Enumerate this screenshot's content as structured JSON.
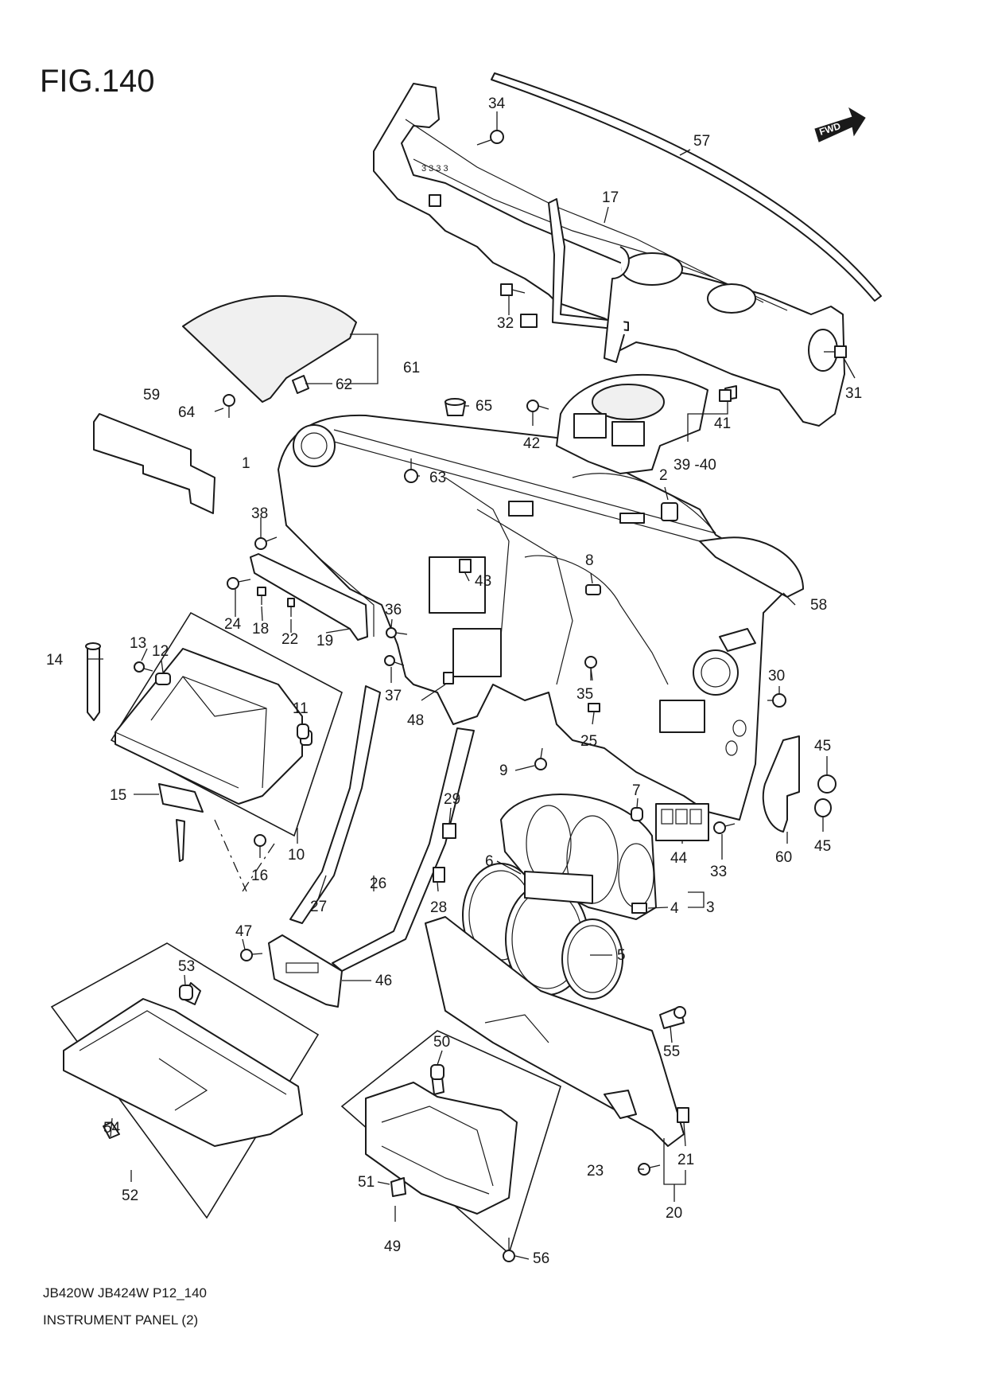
{
  "figure": {
    "title": "FIG.140",
    "fwd_badge": "FWD",
    "model_code": "JB420W JB424W P12_140",
    "section_name": "INSTRUMENT PANEL (2)"
  },
  "callout_labels": {
    "n1": "1",
    "n2": "2",
    "n3": "3",
    "n4": "4",
    "n5": "5",
    "n6": "6",
    "n7": "7",
    "n8": "8",
    "n9": "9",
    "n10": "10",
    "n11": "11",
    "n12": "12",
    "n13": "13",
    "n14": "14",
    "n15": "15",
    "n16": "16",
    "n17": "17",
    "n18": "18",
    "n19": "19",
    "n20": "20",
    "n21": "21",
    "n22": "22",
    "n23": "23",
    "n24": "24",
    "n25": "25",
    "n26": "26",
    "n27": "27",
    "n28": "28",
    "n29": "29",
    "n30": "30",
    "n31": "31",
    "n32": "32",
    "n33": "33",
    "n34": "34",
    "n35": "35",
    "n36": "36",
    "n37": "37",
    "n38": "38",
    "n39_40": "39 -40",
    "n41": "41",
    "n42": "42",
    "n43": "43",
    "n44": "44",
    "n45a": "45",
    "n45b": "45",
    "n46": "46",
    "n47": "47",
    "n48": "48",
    "n49": "49",
    "n50": "50",
    "n51": "51",
    "n52": "52",
    "n53": "53",
    "n54": "54",
    "n55": "55",
    "n56": "56",
    "n57": "57",
    "n58": "58",
    "n59": "59",
    "n60": "60",
    "n61": "61",
    "n62": "62",
    "n63": "63",
    "n64": "64",
    "n65": "65"
  },
  "colors": {
    "line": "#1a1a1a",
    "paper": "#ffffff",
    "fwd_badge_fill": "#1a1a1a"
  }
}
